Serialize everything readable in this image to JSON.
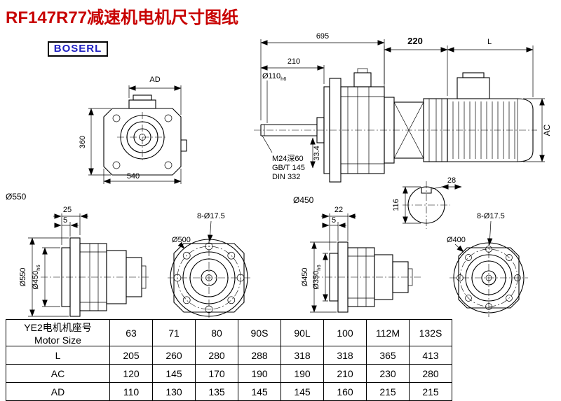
{
  "page": {
    "title": "RF147R77减速机电机尺寸图纸",
    "logo": "BOSERL"
  },
  "dims": {
    "d695": "695",
    "d210": "210",
    "shaft_dia": "Ø110",
    "shaft_tol": "h6",
    "dAD": "AD",
    "d360": "360",
    "d540": "540",
    "d550": "Ø550",
    "thread": "M24深60",
    "std1": "GB/T 145",
    "std2": "DIN 332",
    "d33_4": "33.4",
    "d450": "Ø450",
    "d220": "220",
    "dL": "L",
    "dAC": "AC",
    "d28": "28",
    "d116": "116",
    "b1_25": "25",
    "b1_5": "5",
    "b1_d550": "Ø550",
    "b1_d450": "Ø450",
    "b1_tol": "h6",
    "b2_holes": "8-Ø17.5",
    "b2_d500": "Ø500",
    "b3_22": "22",
    "b3_5": "5",
    "b3_d450": "Ø450",
    "b3_d350": "Ø350",
    "b3_tol": "h6",
    "b4_holes": "8-Ø17.5",
    "b4_d400": "Ø400"
  },
  "table": {
    "header_cn": "YE2电机机座号",
    "header_en": "Motor Size",
    "sizes": [
      "63",
      "71",
      "80",
      "90S",
      "90L",
      "100",
      "112M",
      "132S"
    ],
    "rows": [
      {
        "label": "L",
        "values": [
          "205",
          "260",
          "280",
          "288",
          "318",
          "318",
          "365",
          "413"
        ]
      },
      {
        "label": "AC",
        "values": [
          "120",
          "145",
          "170",
          "190",
          "190",
          "210",
          "230",
          "280"
        ]
      },
      {
        "label": "AD",
        "values": [
          "110",
          "130",
          "135",
          "145",
          "145",
          "160",
          "215",
          "215"
        ]
      }
    ]
  }
}
